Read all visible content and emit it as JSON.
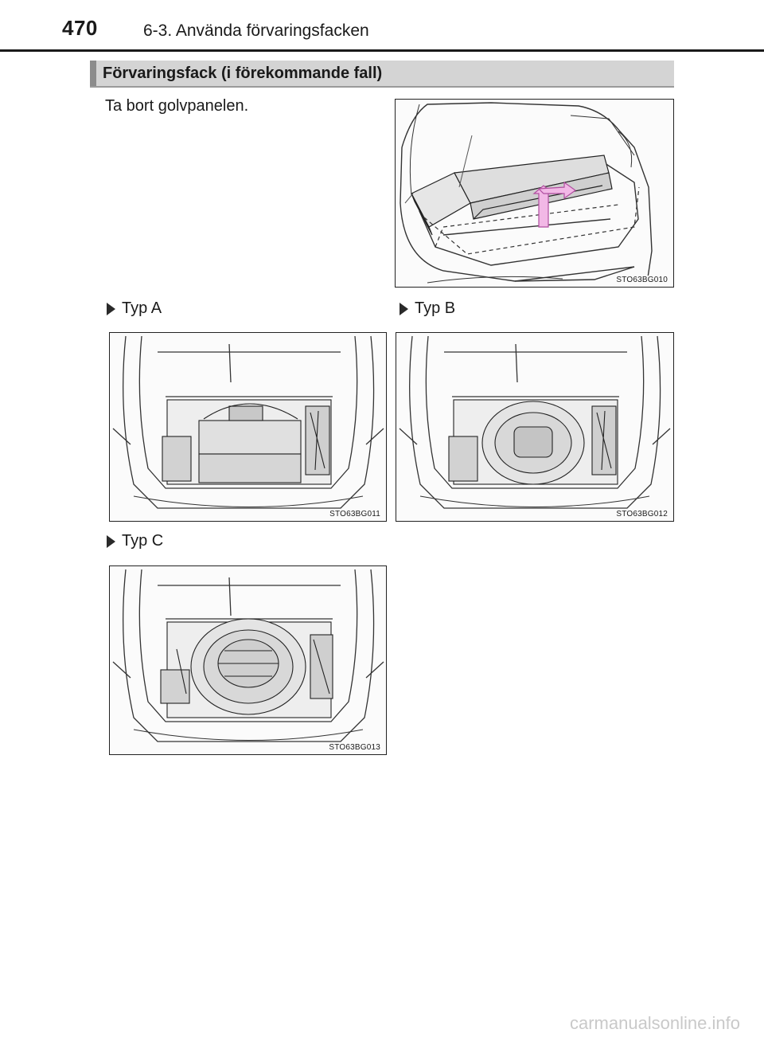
{
  "header": {
    "page_number": "470",
    "section_title": "6-3. Använda förvaringsfacken"
  },
  "heading": "Förvaringsfack (i förekommande fall)",
  "intro_text": "Ta bort golvpanelen.",
  "figures": {
    "main": {
      "code": "STO63BG010",
      "arrow_color": "#f2b8e6"
    },
    "type_a": {
      "label": "Typ A",
      "code": "STO63BG011"
    },
    "type_b": {
      "label": "Typ B",
      "code": "STO63BG012"
    },
    "type_c": {
      "label": "Typ C",
      "code": "STO63BG013"
    }
  },
  "icons": {
    "bullet": "triangle-right-icon"
  },
  "footer": {
    "watermark": "carmanualsonline.info"
  }
}
